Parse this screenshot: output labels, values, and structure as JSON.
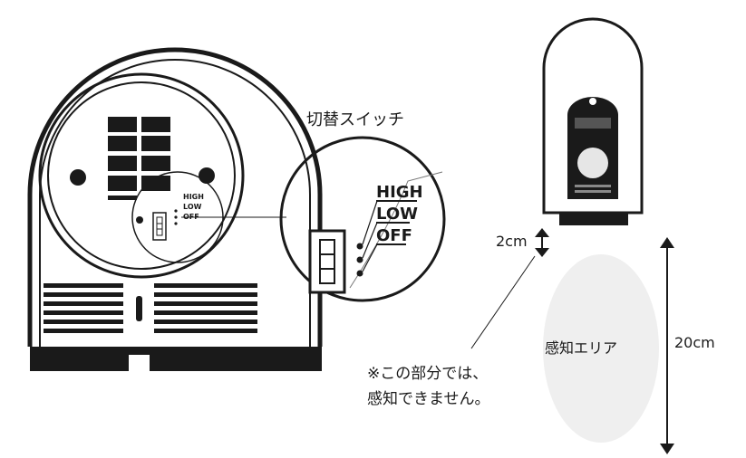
{
  "switch_title": "切替スイッチ",
  "switch_positions": [
    "HIGH",
    "LOW",
    "OFF"
  ],
  "gap_label": "2cm",
  "height_label": "20cm",
  "area_label": "感知エリア",
  "note_line1": "※この部分では、",
  "note_line2": "感知できません。",
  "colors": {
    "ink": "#1a1a1a",
    "area_fill": "#efefef"
  }
}
